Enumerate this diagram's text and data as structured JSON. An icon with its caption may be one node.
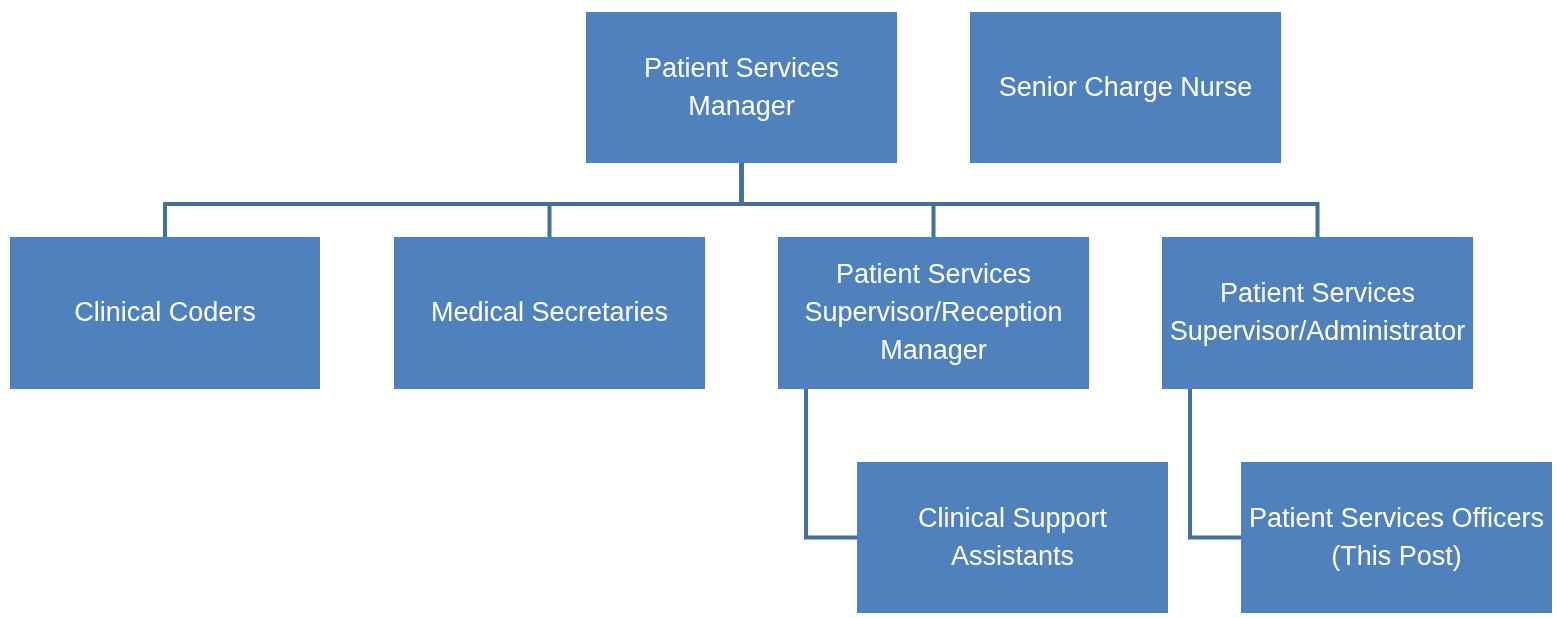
{
  "diagram": {
    "nodes": [
      {
        "text": [
          "Patient Services Manager"
        ]
      },
      {
        "text": [
          "Senior Charge Nurse"
        ]
      },
      {
        "text": [
          "Clinical Coders"
        ]
      },
      {
        "text": [
          "Medical Secretaries"
        ]
      },
      {
        "text": [
          "Patient Services Supervisor/Reception Manager"
        ]
      },
      {
        "text": [
          "Patient Services Supervisor/Administrator"
        ]
      },
      {
        "text": [
          "Clinical Support Assistants"
        ]
      },
      {
        "text": [
          "Patient Services Officers (This Post)"
        ]
      }
    ],
    "edges": [
      {
        "from": 0,
        "to": 2,
        "arrow": "none"
      },
      {
        "from": 0,
        "to": 3,
        "arrow": "none"
      },
      {
        "from": 0,
        "to": 4,
        "arrow": "none"
      },
      {
        "from": 0,
        "to": 5,
        "arrow": "none"
      },
      {
        "from": 4,
        "to": 6,
        "arrow": "none"
      },
      {
        "from": 5,
        "to": 7,
        "arrow": "none"
      }
    ]
  }
}
